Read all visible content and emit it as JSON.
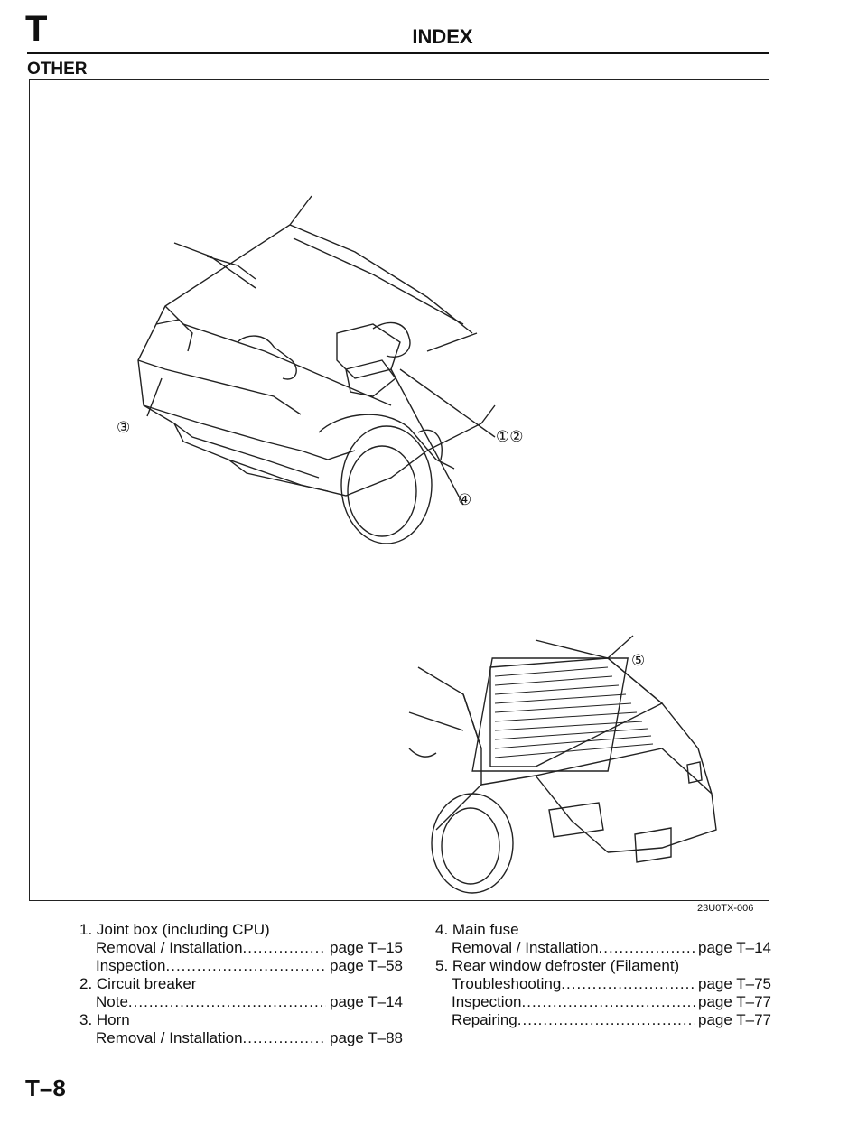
{
  "header": {
    "letter": "T",
    "title": "INDEX"
  },
  "section_title": "OTHER",
  "figure": {
    "code": "23U0TX-006",
    "callouts": [
      "①②",
      "③",
      "④",
      "⑤"
    ]
  },
  "items_left": [
    {
      "title": "1. Joint box (including CPU)",
      "rows": [
        {
          "label": "Removal / Installation",
          "page": "page T–15"
        },
        {
          "label": "Inspection",
          "page": "page T–58"
        }
      ]
    },
    {
      "title": "2. Circuit breaker",
      "rows": [
        {
          "label": "Note",
          "page": "page T–14"
        }
      ]
    },
    {
      "title": "3. Horn",
      "rows": [
        {
          "label": "Removal / Installation",
          "page": "page T–88"
        }
      ]
    }
  ],
  "items_right": [
    {
      "title": "4. Main fuse",
      "rows": [
        {
          "label": "Removal / Installation",
          "page": "page T–14"
        }
      ]
    },
    {
      "title": "5. Rear window defroster (Filament)",
      "rows": [
        {
          "label": "Troubleshooting",
          "page": "page T–75"
        },
        {
          "label": "Inspection",
          "page": "page T–77"
        },
        {
          "label": "Repairing",
          "page": "page T–77"
        }
      ]
    }
  ],
  "footer": {
    "page": "T–8"
  }
}
